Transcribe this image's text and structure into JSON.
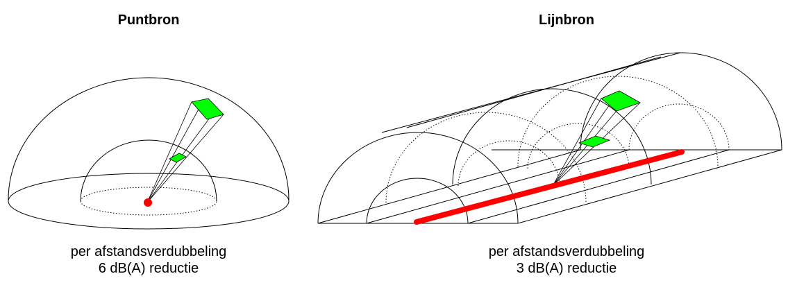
{
  "point_source": {
    "title": "Puntbron",
    "caption_line1": "per afstandsverdubbeling",
    "caption_line2": "6 dB(A) reductie"
  },
  "line_source": {
    "title": "Lijnbron",
    "caption_line1": "per afstandsverdubbeling",
    "caption_line2": "3 dB(A) reductie"
  },
  "colors": {
    "source": "#ff0000",
    "patch": "#00ff00",
    "line": "#000000"
  }
}
